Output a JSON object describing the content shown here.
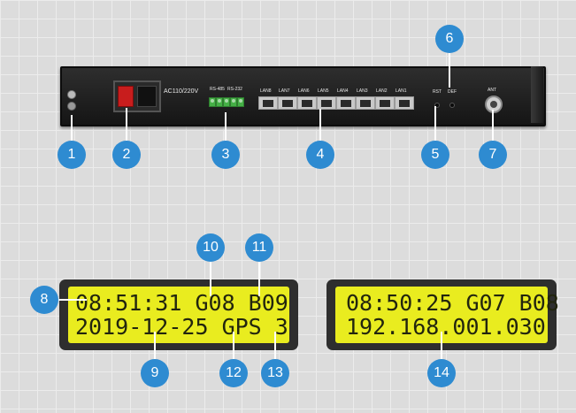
{
  "device": {
    "power_label": "AC110/220V",
    "serial_labels": [
      "RS-485",
      "RS-232"
    ],
    "lan_labels": [
      "LAN8",
      "LAN7",
      "LAN6",
      "LAN5",
      "LAN4",
      "LAN3",
      "LAN2",
      "LAN1"
    ],
    "rst_label": "RST",
    "def_label": "DEF",
    "ant_label": "ANT"
  },
  "callouts": [
    "1",
    "2",
    "3",
    "4",
    "5",
    "6",
    "7",
    "8",
    "9",
    "10",
    "11",
    "12",
    "13",
    "14"
  ],
  "lcd_left": {
    "line1": "08:51:31 G08 B09",
    "line2": "2019-12-25 GPS 3"
  },
  "lcd_right": {
    "line1": "08:50:25 G07 B08",
    "line2": "192.168.001.030"
  },
  "colors": {
    "callout": "#2e8bd1",
    "lcd_bg": "#e9ec1f",
    "device": "#1e1e1e"
  }
}
